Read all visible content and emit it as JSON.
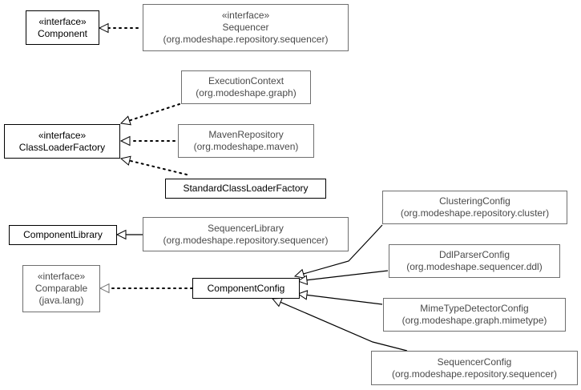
{
  "diagram": {
    "nodes": [
      {
        "id": "component",
        "stereotype": "«interface»",
        "name": "Component",
        "package": ""
      },
      {
        "id": "sequencer",
        "stereotype": "«interface»",
        "name": "Sequencer",
        "package": "(org.modeshape.repository.sequencer)"
      },
      {
        "id": "execution-context",
        "stereotype": "",
        "name": "ExecutionContext",
        "package": "(org.modeshape.graph)"
      },
      {
        "id": "class-loader-factory",
        "stereotype": "«interface»",
        "name": "ClassLoaderFactory",
        "package": ""
      },
      {
        "id": "maven-repository",
        "stereotype": "",
        "name": "MavenRepository",
        "package": "(org.modeshape.maven)"
      },
      {
        "id": "standard-class-loader-factory",
        "stereotype": "",
        "name": "StandardClassLoaderFactory",
        "package": ""
      },
      {
        "id": "component-library",
        "stereotype": "",
        "name": "ComponentLibrary",
        "package": ""
      },
      {
        "id": "sequencer-library",
        "stereotype": "",
        "name": "SequencerLibrary",
        "package": "(org.modeshape.repository.sequencer)"
      },
      {
        "id": "clustering-config",
        "stereotype": "",
        "name": "ClusteringConfig",
        "package": "(org.modeshape.repository.cluster)"
      },
      {
        "id": "ddl-parser-config",
        "stereotype": "",
        "name": "DdlParserConfig",
        "package": "(org.modeshape.sequencer.ddl)"
      },
      {
        "id": "comparable",
        "stereotype": "«interface»",
        "name": "Comparable",
        "package": "(java.lang)"
      },
      {
        "id": "component-config",
        "stereotype": "",
        "name": "ComponentConfig",
        "package": ""
      },
      {
        "id": "mime-type-detector-config",
        "stereotype": "",
        "name": "MimeTypeDetectorConfig",
        "package": "(org.modeshape.graph.mimetype)"
      },
      {
        "id": "sequencer-config",
        "stereotype": "",
        "name": "SequencerConfig",
        "package": "(org.modeshape.repository.sequencer)"
      }
    ],
    "edges": [
      {
        "from": "sequencer",
        "to": "component",
        "kind": "realization"
      },
      {
        "from": "execution-context",
        "to": "class-loader-factory",
        "kind": "realization"
      },
      {
        "from": "maven-repository",
        "to": "class-loader-factory",
        "kind": "realization"
      },
      {
        "from": "standard-class-loader-factory",
        "to": "class-loader-factory",
        "kind": "realization"
      },
      {
        "from": "sequencer-library",
        "to": "component-library",
        "kind": "generalization"
      },
      {
        "from": "component-config",
        "to": "comparable",
        "kind": "realization"
      },
      {
        "from": "clustering-config",
        "to": "component-config",
        "kind": "generalization"
      },
      {
        "from": "ddl-parser-config",
        "to": "component-config",
        "kind": "generalization"
      },
      {
        "from": "mime-type-detector-config",
        "to": "component-config",
        "kind": "generalization"
      },
      {
        "from": "sequencer-config",
        "to": "component-config",
        "kind": "generalization"
      }
    ]
  }
}
